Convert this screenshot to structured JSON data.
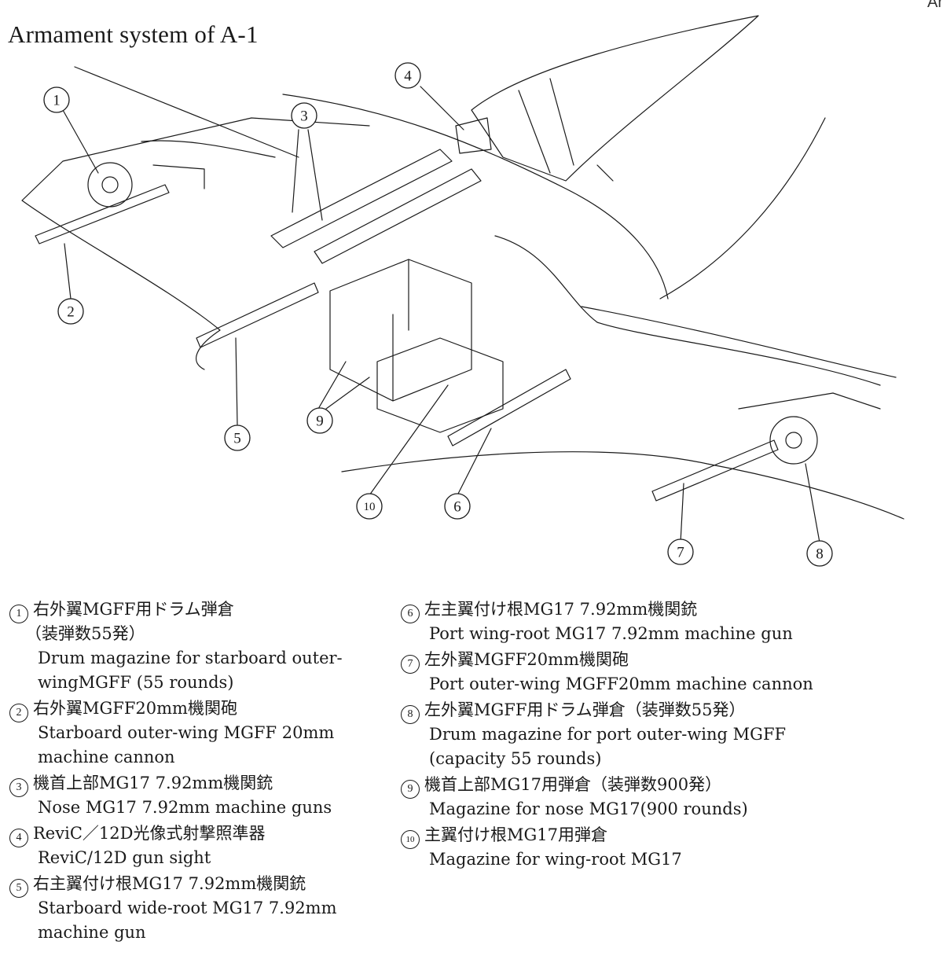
{
  "title": "Armament system of A-1",
  "corner_mark": "Ar",
  "callout_labels": [
    "1",
    "2",
    "3",
    "4",
    "5",
    "6",
    "7",
    "8",
    "9",
    "10"
  ],
  "legend": {
    "items": [
      {
        "num": "1",
        "jp": "右外翼MGFF用ドラム弾倉",
        "jp2": "（装弾数55発）",
        "en": [
          "Drum magazine for starboard outer-",
          "wingMGFF (55 rounds)"
        ]
      },
      {
        "num": "2",
        "jp": "右外翼MGFF20mm機関砲",
        "en": [
          "Starboard outer-wing MGFF 20mm",
          "machine cannon"
        ]
      },
      {
        "num": "3",
        "jp": "機首上部MG17 7.92mm機関銃",
        "en": [
          "Nose MG17 7.92mm machine guns"
        ]
      },
      {
        "num": "4",
        "jp": "ReviC／12D光像式射撃照準器",
        "en": [
          "ReviC/12D gun sight"
        ]
      },
      {
        "num": "5",
        "jp": "右主翼付け根MG17 7.92mm機関銃",
        "en": [
          "Starboard wide-root MG17 7.92mm",
          "machine gun"
        ]
      },
      {
        "num": "6",
        "jp": "左主翼付け根MG17 7.92mm機関銃",
        "en": [
          "Port wing-root MG17 7.92mm machine gun"
        ]
      },
      {
        "num": "7",
        "jp": "左外翼MGFF20mm機関砲",
        "en": [
          "Port outer-wing MGFF20mm machine cannon"
        ]
      },
      {
        "num": "8",
        "jp": "左外翼MGFF用ドラム弾倉（装弾数55発）",
        "en": [
          "Drum magazine for port outer-wing MGFF",
          "(capacity 55 rounds)"
        ]
      },
      {
        "num": "9",
        "jp": "機首上部MG17用弾倉（装弾数900発）",
        "en": [
          "Magazine for nose MG17(900 rounds)"
        ]
      },
      {
        "num": "10",
        "jp": "主翼付け根MG17用弾倉",
        "en": [
          "Magazine for wing-root MG17"
        ]
      }
    ]
  }
}
